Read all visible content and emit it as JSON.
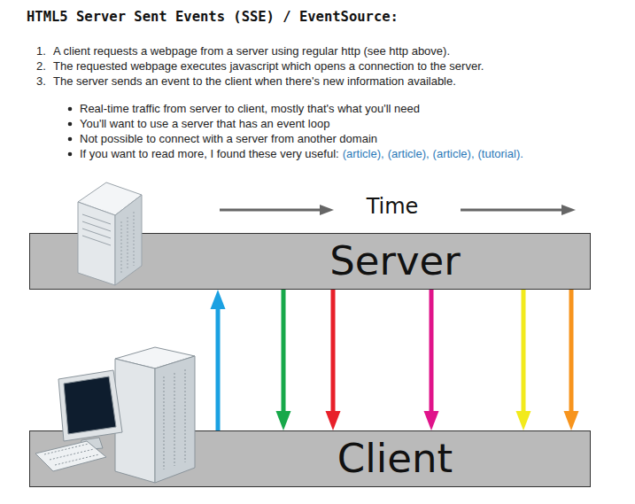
{
  "diagram": {
    "title": "HTML5 Server Sent Events (SSE) / EventSource:",
    "nodes": [
      {
        "text": [
          "Server"
        ]
      },
      {
        "text": [
          "Client"
        ]
      }
    ],
    "edges": [
      {
        "from": 1,
        "to": 0,
        "arrow": "to"
      },
      {
        "from": 0,
        "to": 1,
        "arrow": "to"
      },
      {
        "from": 0,
        "to": 1,
        "arrow": "to"
      },
      {
        "from": 0,
        "to": 1,
        "arrow": "to"
      },
      {
        "from": 0,
        "to": 1,
        "arrow": "to"
      },
      {
        "from": 0,
        "to": 1,
        "arrow": "to"
      }
    ],
    "labels": [
      "1.",
      "A client requests a webpage from a server using regular http (see http above).",
      "2.",
      "The requested webpage executes javascript which opens a connection to the server.",
      "3.",
      "The server sends an event to the client when there's new information available.",
      "Real-time traffic from server to client, mostly that's what you'll need",
      "You'll want to use a server that has an event loop",
      "Not possible to connect with a server from another domain",
      "If you want to read more, I found these very useful:",
      "(article),",
      "(article),",
      "(article),",
      "(tutorial).",
      "Time"
    ]
  }
}
